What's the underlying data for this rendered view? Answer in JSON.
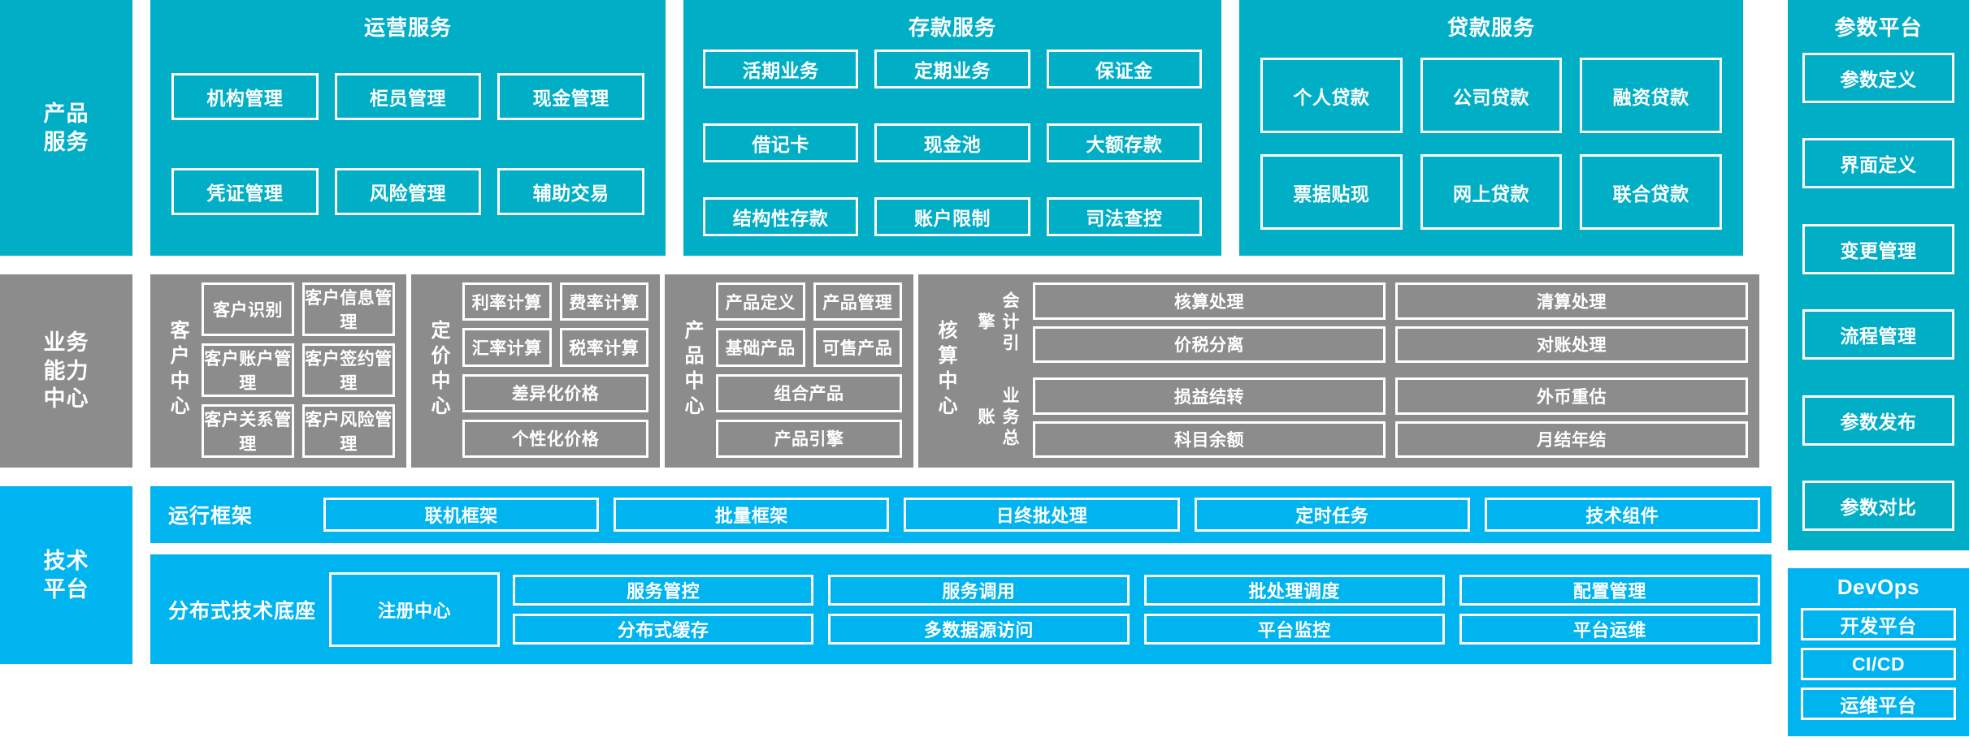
{
  "colors": {
    "teal": "#00aec6",
    "blue": "#00b4f0",
    "gray": "#8c8c8c",
    "border": "#ffffff",
    "background": "#ffffff"
  },
  "rows": {
    "product": {
      "band_label": "产品\n服务",
      "panels": [
        {
          "title": "运营服务",
          "items": [
            "机构管理",
            "柜员管理",
            "现金管理",
            "凭证管理",
            "风险管理",
            "辅助交易"
          ]
        },
        {
          "title": "存款服务",
          "items": [
            "活期业务",
            "定期业务",
            "保证金",
            "借记卡",
            "现金池",
            "大额存款",
            "结构性存款",
            "账户限制",
            "司法查控"
          ]
        },
        {
          "title": "贷款服务",
          "items": [
            "个人贷款",
            "公司贷款",
            "融资贷款",
            "票据贴现",
            "网上贷款",
            "联合贷款"
          ]
        }
      ]
    },
    "capability": {
      "band_label": "业务\n能力\n中心",
      "centers": [
        {
          "name": "客户中心",
          "items": [
            "客户识别",
            "客户信息管理",
            "客户账户管理",
            "客户签约管理",
            "客户关系管理",
            "客户风险管理"
          ]
        },
        {
          "name": "定价中心",
          "items": [
            "利率计算",
            "费率计算",
            "汇率计算",
            "税率计算"
          ],
          "wide_items": [
            "差异化价格",
            "个性化价格"
          ]
        },
        {
          "name": "产品中心",
          "items": [
            "产品定义",
            "产品管理",
            "基础产品",
            "可售产品"
          ],
          "wide_items": [
            "组合产品",
            "产品引擎"
          ]
        },
        {
          "name": "核算中心",
          "groups": [
            {
              "label": "会计引擎",
              "items": [
                "核算处理",
                "清算处理",
                "价税分离",
                "对账处理"
              ]
            },
            {
              "label": "业务总账",
              "items": [
                "损益结转",
                "外币重估",
                "科目余额",
                "月结年结"
              ]
            }
          ]
        }
      ]
    },
    "technical": {
      "band_label": "技术\n平台",
      "strips": [
        {
          "label": "运行框架",
          "items": [
            "联机框架",
            "批量框架",
            "日终批处理",
            "定时任务",
            "技术组件"
          ]
        },
        {
          "label": "分布式技术底座",
          "feature": "注册中心",
          "columns": [
            [
              "服务管控",
              "分布式缓存"
            ],
            [
              "服务调用",
              "多数据源访问"
            ],
            [
              "批处理调度",
              "平台监控"
            ],
            [
              "配置管理",
              "平台运维"
            ]
          ]
        }
      ]
    }
  },
  "side": {
    "param_platform": {
      "title": "参数平台",
      "items": [
        "参数定义",
        "界面定义",
        "变更管理",
        "流程管理",
        "参数发布",
        "参数对比"
      ]
    },
    "devops": {
      "title": "DevOps",
      "items": [
        "开发平台",
        "CI/CD",
        "运维平台"
      ]
    }
  }
}
